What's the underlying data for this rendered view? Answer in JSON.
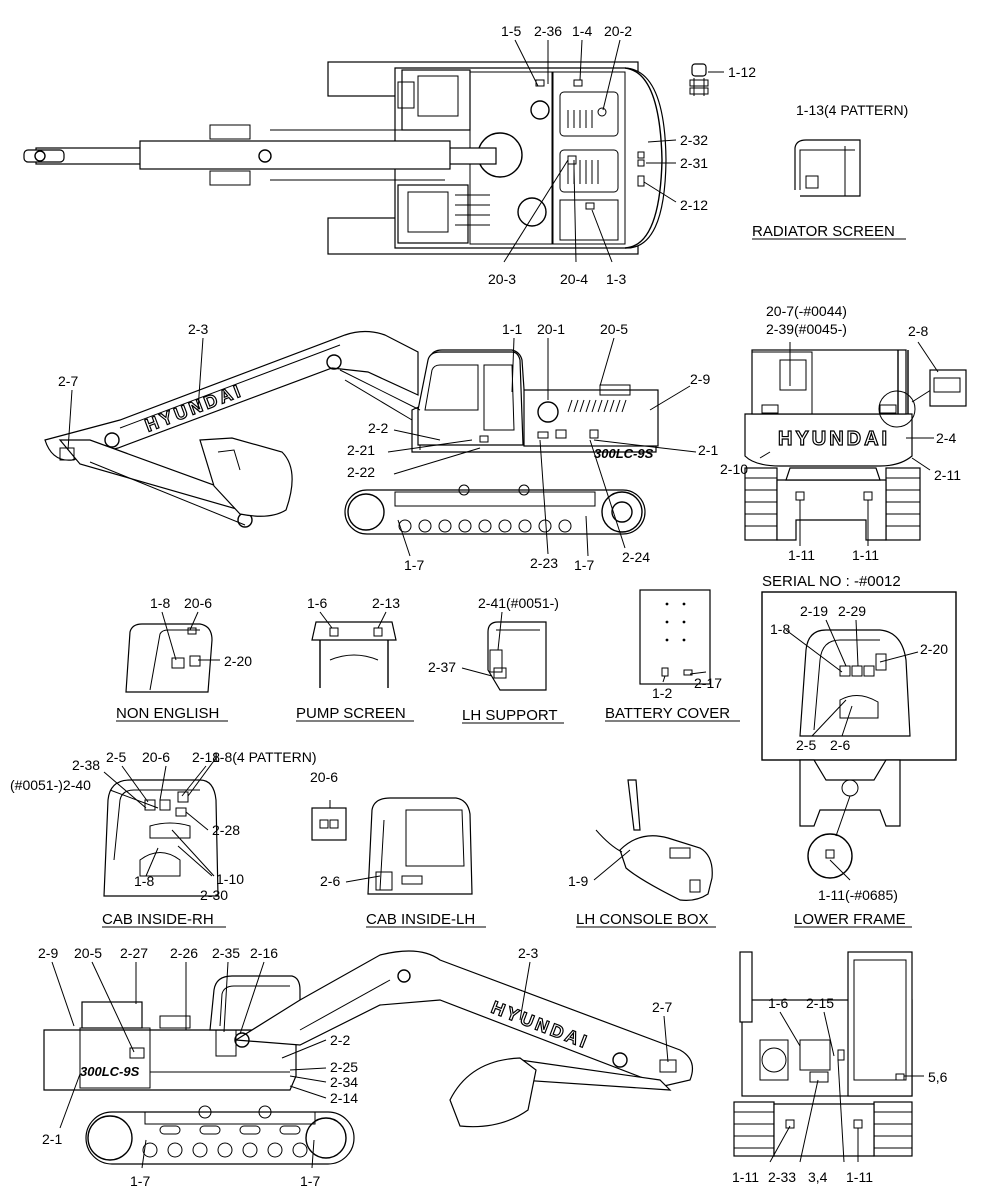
{
  "callouts": {
    "top_1_5": "1-5",
    "top_2_36": "2-36",
    "top_1_4": "1-4",
    "top_20_2": "20-2",
    "top_1_12": "1-12",
    "top_2_32": "2-32",
    "top_2_31": "2-31",
    "top_2_12": "2-12",
    "top_20_3": "20-3",
    "top_20_4": "20-4",
    "top_1_3": "1-3",
    "rad_1_13": "1-13(4 PATTERN)",
    "side_2_3": "2-3",
    "side_2_7": "2-7",
    "side_1_1": "1-1",
    "side_20_1": "20-1",
    "side_20_5": "20-5",
    "side_2_9": "2-9",
    "side_2_2": "2-2",
    "side_2_21": "2-21",
    "side_2_22": "2-22",
    "side_2_1": "2-1",
    "side_2_24": "2-24",
    "side_1_7a": "1-7",
    "side_2_23": "2-23",
    "side_1_7b": "1-7",
    "rear_20_7": "20-7(-#0044)",
    "rear_2_39": "2-39(#0045-)",
    "rear_2_8": "2-8",
    "rear_2_4": "2-4",
    "rear_2_10": "2-10",
    "rear_2_11": "2-11",
    "rear_1_11a": "1-11",
    "rear_1_11b": "1-11",
    "ne_1_8": "1-8",
    "ne_20_6": "20-6",
    "ne_2_20": "2-20",
    "ps_1_6": "1-6",
    "ps_2_13": "2-13",
    "lh_2_41": "2-41(#0051-)",
    "lh_2_37": "2-37",
    "bat_1_2": "1-2",
    "bat_2_17": "2-17",
    "ser_1_8": "1-8",
    "ser_2_19": "2-19",
    "ser_2_29": "2-29",
    "ser_2_20": "2-20",
    "ser_2_5": "2-5",
    "ser_2_6": "2-6",
    "rh_2_5": "2-5",
    "rh_20_6": "20-6",
    "rh_2_18": "2-18",
    "rh_1_8p": "1-8(4 PATTERN)",
    "rh_2_38": "2-38",
    "rh_2_40": "(#0051-)2-40",
    "rh_2_28": "2-28",
    "rh_1_10": "1-10",
    "rh_1_8": "1-8",
    "rh_2_30": "2-30",
    "lhc_20_6": "20-6",
    "lhc_2_6": "2-6",
    "con_1_9": "1-9",
    "lf_1_11": "1-11(-#0685)",
    "bs_2_9": "2-9",
    "bs_20_5": "20-5",
    "bs_2_27": "2-27",
    "bs_2_26": "2-26",
    "bs_2_35": "2-35",
    "bs_2_16": "2-16",
    "bs_2_3": "2-3",
    "bs_2_7": "2-7",
    "bs_2_2": "2-2",
    "bs_2_25": "2-25",
    "bs_2_34": "2-34",
    "bs_2_14": "2-14",
    "bs_2_1": "2-1",
    "bs_1_7a": "1-7",
    "bs_1_7b": "1-7",
    "fr_1_6": "1-6",
    "fr_2_15": "2-15",
    "fr_5_6": "5,6",
    "fr_1_11a": "1-11",
    "fr_2_33": "2-33",
    "fr_3_4": "3,4",
    "fr_1_11b": "1-11"
  },
  "captions": {
    "radiator_screen": "RADIATOR SCREEN",
    "serial_no": "SERIAL NO : -#0012",
    "non_english": "NON ENGLISH",
    "pump_screen": "PUMP SCREEN",
    "lh_support": "LH SUPPORT",
    "battery_cover": "BATTERY COVER",
    "cab_inside_rh": "CAB INSIDE-RH",
    "cab_inside_lh": "CAB INSIDE-LH",
    "lh_console_box": "LH CONSOLE BOX",
    "lower_frame": "LOWER FRAME"
  },
  "decals": {
    "brand": "HYUNDAI",
    "model": "300LC-9S"
  }
}
